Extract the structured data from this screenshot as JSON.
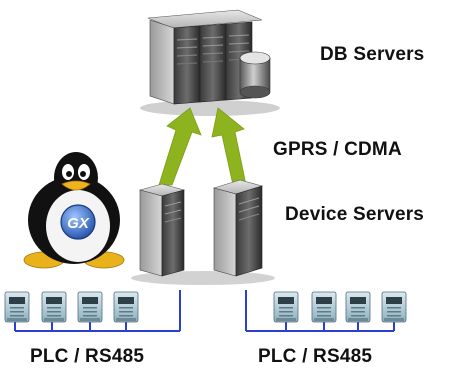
{
  "labels": {
    "db_servers": "DB Servers",
    "network": "GPRS / CDMA",
    "device_servers": "Device Servers",
    "plc_left": "PLC / RS485",
    "plc_right": "PLC / RS485"
  },
  "tux_badge": "GX",
  "meters": {
    "left_group_count": 4,
    "right_group_count": 4
  },
  "colors": {
    "arrow": "#8db31f",
    "bus_line": "#2a3fcf",
    "server_dark": "#2b2b2b",
    "meter_body": "#8fb8c8",
    "badge": "#1f5fbf"
  }
}
